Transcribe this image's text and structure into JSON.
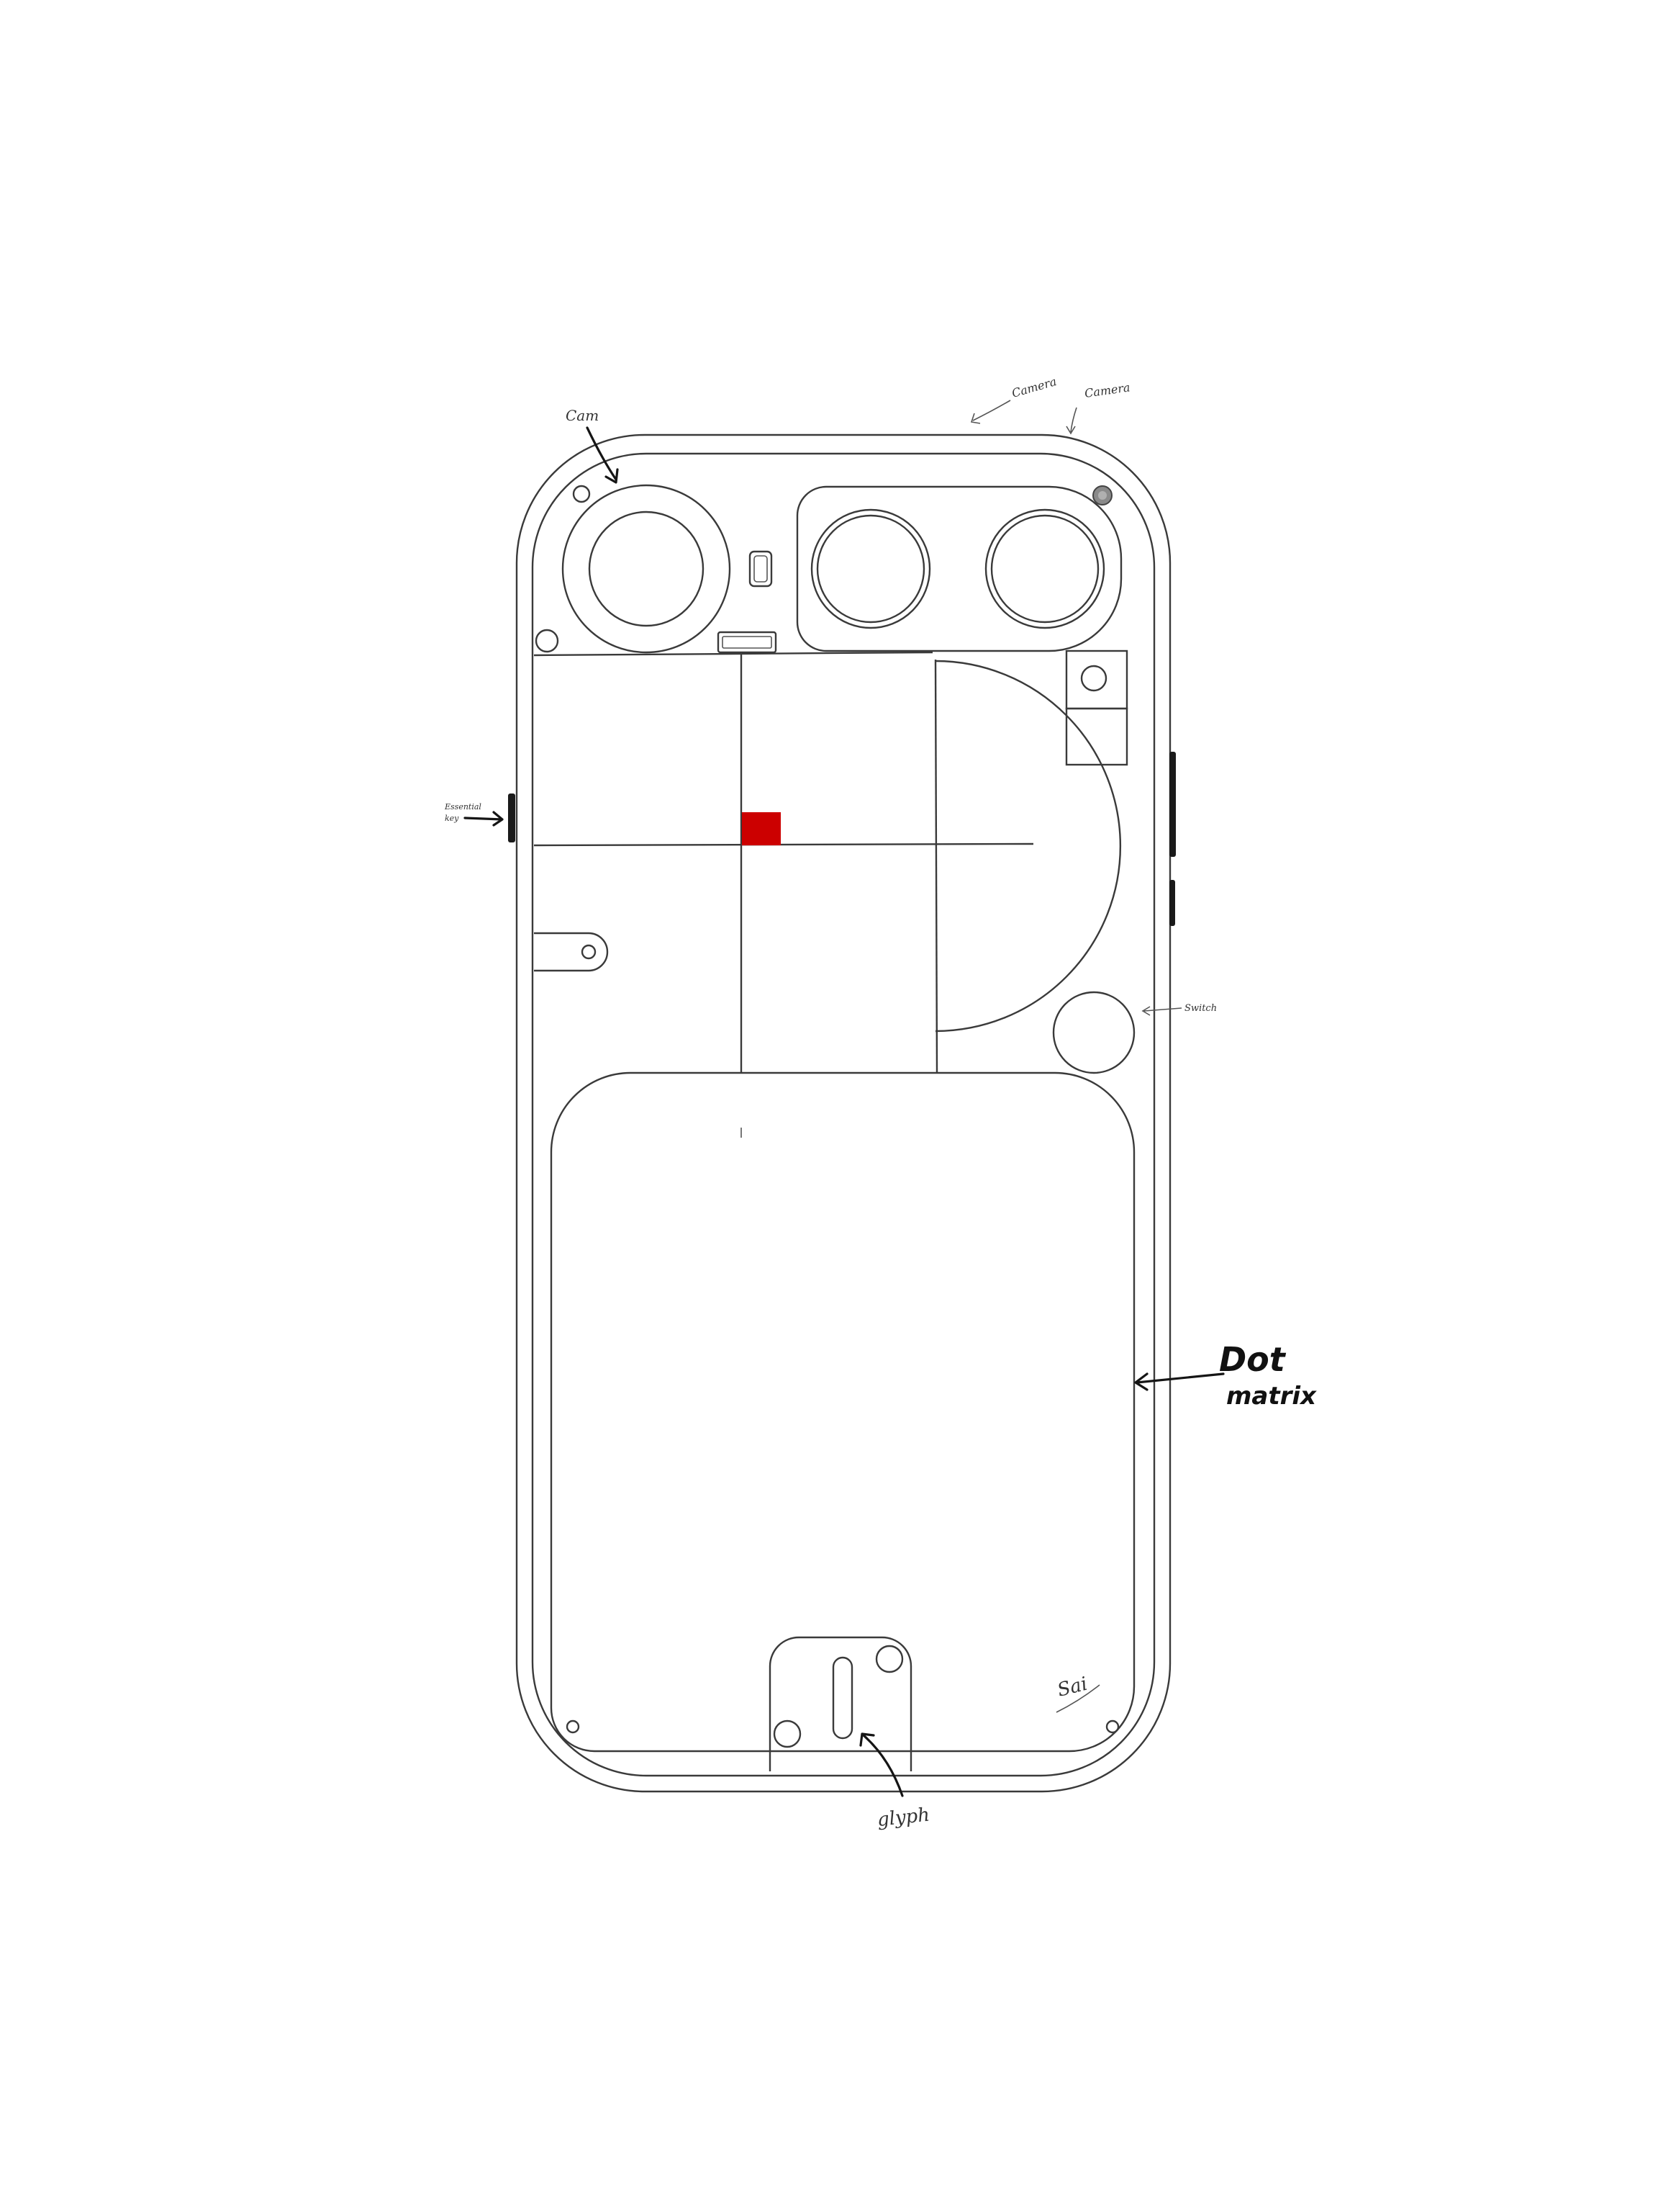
{
  "colors": {
    "background": "#ffffff",
    "line": "#3a3a3a",
    "accent_red": "#cc0000",
    "button": "#1a1a1a",
    "flash_fill": "#8a8a8a"
  },
  "annotations": {
    "main_camera": "Cam",
    "top_camera_1": "Camera",
    "top_camera_2": "Camera",
    "side_key": "Essential key",
    "side_key_line1": "Essential",
    "side_key_line2": "key",
    "round_module": "Switch",
    "dot_matrix_line1": "Dot",
    "dot_matrix_line2": "matrix",
    "glyph": "glyph",
    "signature": "Sai"
  },
  "components": {
    "main_lens": "main-camera-lens",
    "lens_2": "secondary-camera-lens",
    "lens_3": "tertiary-camera-lens",
    "flash": "flash-dot",
    "red_marker": "red-square-marker",
    "icons": [
      "arrow-icon",
      "screw-icon"
    ]
  }
}
